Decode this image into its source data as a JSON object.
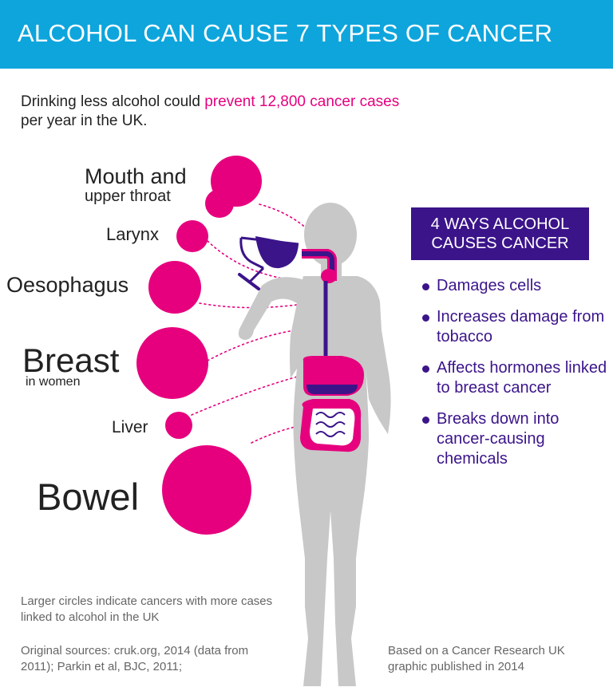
{
  "header": {
    "title": "ALCOHOL CAN CAUSE 7 TYPES OF CANCER"
  },
  "intro": {
    "text_before": "Drinking less alcohol could ",
    "highlight": "prevent 12,800 cancer cases",
    "text_after": "per year in the UK."
  },
  "cancers": {
    "mouth": {
      "label": "Mouth and",
      "sublabel": "upper throat"
    },
    "larynx": {
      "label": "Larynx"
    },
    "oesophagus": {
      "label": "Oesophagus"
    },
    "breast": {
      "label": "Breast",
      "sublabel": "in women"
    },
    "liver": {
      "label": "Liver"
    },
    "bowel": {
      "label": "Bowel"
    }
  },
  "ways": {
    "title_line1": "4 WAYS ALCOHOL",
    "title_line2": "CAUSES CANCER",
    "items": [
      "Damages cells",
      "Increases damage from tobacco",
      "Affects hormones linked to breast cancer",
      "Breaks down into cancer-causing chemicals"
    ]
  },
  "footer": {
    "note": "Larger circles indicate cancers with more cases linked to alcohol in the UK",
    "sources": "Original sources: cruk.org, 2014 (data from 2011); Parkin et al, BJC, 2011;",
    "based_on": "Based on a Cancer Research UK graphic published in 2014"
  },
  "colors": {
    "banner": "#0ea5dd",
    "accent_pink": "#e6007e",
    "accent_purple": "#3b148a",
    "body_gray": "#c8c8c8"
  }
}
